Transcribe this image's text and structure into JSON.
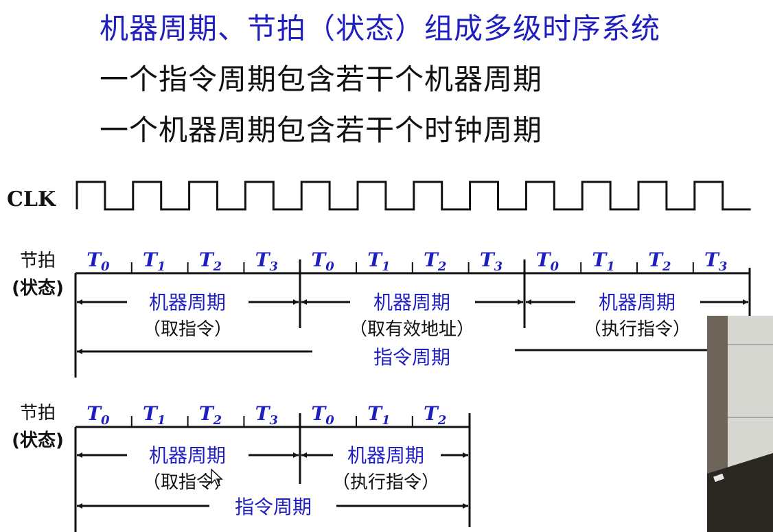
{
  "heading": {
    "title": "机器周期、节拍（状态）组成多级时序系统",
    "line1": "一个指令周期包含若干个机器周期",
    "line2": "一个机器周期包含若干个时钟周期"
  },
  "clk_label": "CLK",
  "diagram1": {
    "beat_label_1": "节拍",
    "beat_label_2": "(状态)",
    "ticks": [
      {
        "t": "T",
        "s": "0"
      },
      {
        "t": "T",
        "s": "1"
      },
      {
        "t": "T",
        "s": "2"
      },
      {
        "t": "T",
        "s": "3"
      },
      {
        "t": "T",
        "s": "0"
      },
      {
        "t": "T",
        "s": "1"
      },
      {
        "t": "T",
        "s": "2"
      },
      {
        "t": "T",
        "s": "3"
      },
      {
        "t": "T",
        "s": "0"
      },
      {
        "t": "T",
        "s": "1"
      },
      {
        "t": "T",
        "s": "2"
      },
      {
        "t": "T",
        "s": "3"
      }
    ],
    "machine_cycles": [
      {
        "label": "机器周期",
        "sub": "（取指令）"
      },
      {
        "label": "机器周期",
        "sub": "（取有效地址）"
      },
      {
        "label": "机器周期",
        "sub": "（执行指令）"
      }
    ],
    "instruction_cycle": "指令周期"
  },
  "diagram2": {
    "beat_label_1": "节拍",
    "beat_label_2": "(状态)",
    "ticks": [
      {
        "t": "T",
        "s": "0"
      },
      {
        "t": "T",
        "s": "1"
      },
      {
        "t": "T",
        "s": "2"
      },
      {
        "t": "T",
        "s": "3"
      },
      {
        "t": "T",
        "s": "0"
      },
      {
        "t": "T",
        "s": "1"
      },
      {
        "t": "T",
        "s": "2"
      }
    ],
    "machine_cycles": [
      {
        "label": "机器周期",
        "sub": "（取指令）"
      },
      {
        "label": "机器周期",
        "sub": "（执行指令）"
      }
    ],
    "instruction_cycle": "指令周期"
  },
  "colors": {
    "blue": "#1f1fbf",
    "black": "#111111"
  }
}
